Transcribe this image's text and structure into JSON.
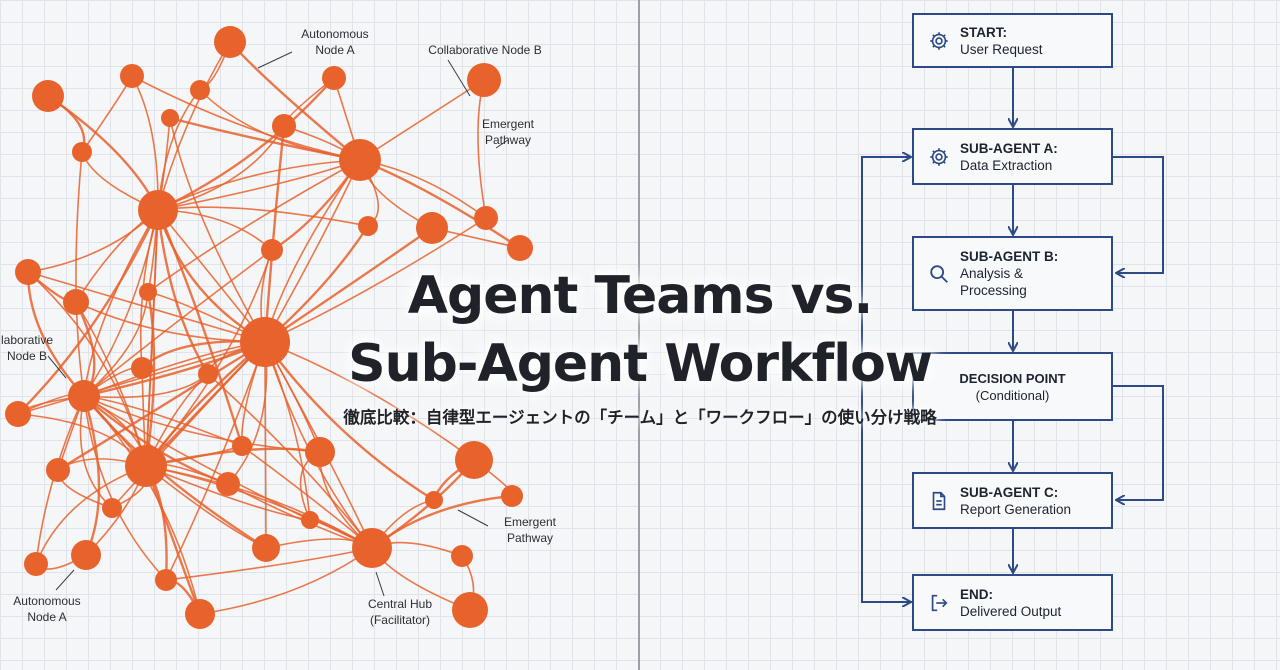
{
  "title": {
    "line1": "Agent Teams vs.",
    "line2": "Sub-Agent Workflow",
    "subtitle": "徹底比較：自律型エージェントの「チーム」と「ワークフロー」の使い分け戦略"
  },
  "network": {
    "accent_color": "#e8622c",
    "labels": {
      "autonomous_a_top": "Autonomous\nNode A",
      "collaborative_b_top": "Collaborative Node B",
      "emergent_top": "Emergent\nPathway",
      "collaborative_b_left": "laborative\nNode B",
      "emergent_bottom": "Emergent\nPathway",
      "autonomous_a_bottom": "Autonomous\nNode A",
      "central_hub": "Central Hub\n(Facilitator)"
    }
  },
  "flow": {
    "line_color": "#2e4a86",
    "start": {
      "title": "START:",
      "text": "User Request",
      "icon": "gear-icon"
    },
    "sub_a": {
      "title": "SUB-AGENT A:",
      "text": "Data Extraction",
      "icon": "gear-icon"
    },
    "sub_b": {
      "title": "SUB-AGENT B:",
      "text": "Analysis &\nProcessing",
      "icon": "search-icon"
    },
    "decision": {
      "title": "DECISION POINT",
      "text": "(Conditional)"
    },
    "sub_c": {
      "title": "SUB-AGENT C:",
      "text": "Report Generation",
      "icon": "document-icon"
    },
    "end": {
      "title": "END:",
      "text": "Delivered Output",
      "icon": "exit-icon"
    }
  }
}
